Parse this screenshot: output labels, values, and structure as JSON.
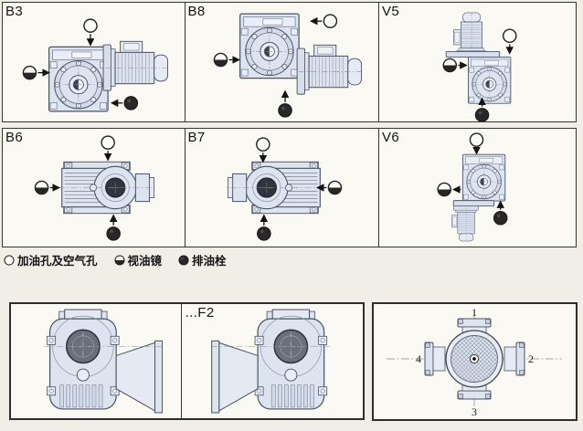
{
  "panels": [
    {
      "id": "b3",
      "label": "B3",
      "view": "worm face front, motor right",
      "symbols": {
        "oil_fill": "top, arrow down",
        "sight_glass": "left, arrow right",
        "drain_plug": "lower right, arrow left"
      }
    },
    {
      "id": "b8",
      "label": "B8",
      "view": "worm face front upper-left, motor lower right",
      "symbols": {
        "oil_fill": "upper right, arrow left",
        "sight_glass": "left, arrow right",
        "drain_plug": "bottom, arrow up"
      }
    },
    {
      "id": "v5",
      "label": "V5",
      "view": "motor on top, gearbox below",
      "symbols": {
        "oil_fill": "right, arrow down",
        "sight_glass": "left, arrow right",
        "drain_plug": "bottom, arrow up"
      }
    },
    {
      "id": "b6",
      "label": "B6",
      "view": "top view, motor right",
      "symbols": {
        "oil_fill": "top, arrow down",
        "sight_glass": "left, arrow right",
        "drain_plug": "bottom, arrow up"
      }
    },
    {
      "id": "b7",
      "label": "B7",
      "view": "top view, motor left",
      "symbols": {
        "oil_fill": "top, arrow down",
        "sight_glass": "right, arrow left",
        "drain_plug": "bottom, arrow up"
      }
    },
    {
      "id": "v6",
      "label": "V6",
      "view": "gearbox on top, motor below",
      "symbols": {
        "oil_fill": "top, arrow down",
        "sight_glass": "left, arrow left",
        "drain_plug": "lower right, arrow up"
      }
    }
  ],
  "legend": {
    "items": [
      {
        "symbol": "open-circle",
        "label": "加油孔及空气孔"
      },
      {
        "symbol": "half-filled-circle",
        "label": "视油镜"
      },
      {
        "symbol": "filled-circle",
        "label": "排油栓"
      }
    ]
  },
  "flange_variants": {
    "cells": [
      {
        "label": "",
        "view": "output flange on right"
      },
      {
        "label": "...F2",
        "view": "output flange on left"
      }
    ]
  },
  "flange_positions": {
    "labels": [
      "1",
      "2",
      "3",
      "4"
    ]
  },
  "colors": {
    "page_bg": "#f1eee7",
    "panel_bg": "#fbf9f3",
    "border": "#353532",
    "drawing_fill": "#dde3ef",
    "drawing_stroke": "#4a5264",
    "symbol_dark": "#262626",
    "bore_dark": "#30343c",
    "hub_gray": "#6a6f79"
  }
}
